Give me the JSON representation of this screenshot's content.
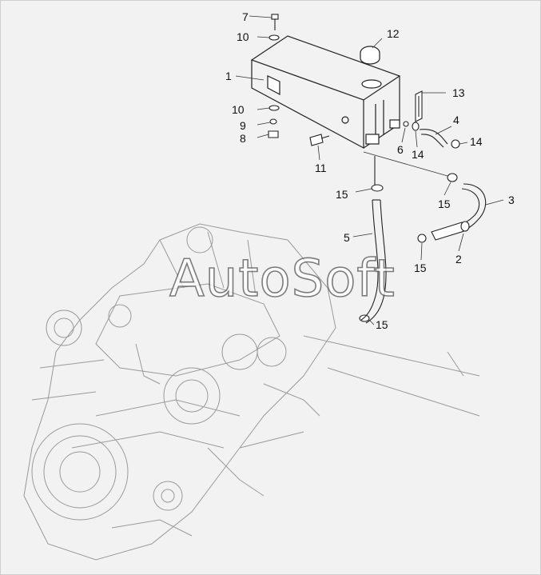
{
  "diagram": {
    "callouts": [
      "7",
      "10",
      "12",
      "1",
      "13",
      "10",
      "9",
      "8",
      "4",
      "14",
      "6",
      "14",
      "11",
      "15",
      "15",
      "3",
      "5",
      "2",
      "15",
      "15"
    ],
    "watermark": "AutoSoft",
    "colors": {
      "background": "#f2f2f2",
      "line": "#222222",
      "faint": "#8a8a8a"
    }
  }
}
